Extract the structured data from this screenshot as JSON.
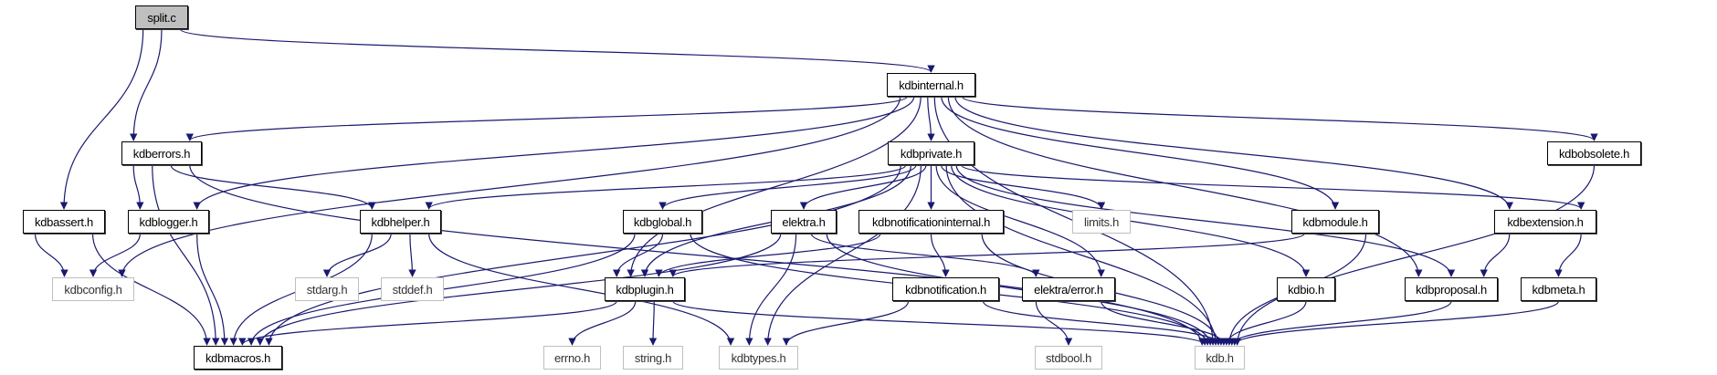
{
  "graph": {
    "edge_color": "#191970",
    "root_fill": "#bfbfbf",
    "system_border": "#bfbfbf",
    "nodes": {
      "split_c": {
        "label": "split.c",
        "kind": "root"
      },
      "kdbinternal": {
        "label": "kdbinternal.h",
        "kind": "project"
      },
      "kdberrors": {
        "label": "kdberrors.h",
        "kind": "project"
      },
      "kdbprivate": {
        "label": "kdbprivate.h",
        "kind": "project"
      },
      "kdbobsolete": {
        "label": "kdbobsolete.h",
        "kind": "project"
      },
      "kdbassert": {
        "label": "kdbassert.h",
        "kind": "project"
      },
      "kdblogger": {
        "label": "kdblogger.h",
        "kind": "project"
      },
      "kdbhelper": {
        "label": "kdbhelper.h",
        "kind": "project"
      },
      "kdbglobal": {
        "label": "kdbglobal.h",
        "kind": "project"
      },
      "elektra": {
        "label": "elektra.h",
        "kind": "project"
      },
      "kdbnotificationinternal": {
        "label": "kdbnotificationinternal.h",
        "kind": "project"
      },
      "limits": {
        "label": "limits.h",
        "kind": "system"
      },
      "kdbmodule": {
        "label": "kdbmodule.h",
        "kind": "project"
      },
      "kdbextension": {
        "label": "kdbextension.h",
        "kind": "project"
      },
      "kdbconfig": {
        "label": "kdbconfig.h",
        "kind": "system"
      },
      "stdarg": {
        "label": "stdarg.h",
        "kind": "system"
      },
      "stddef": {
        "label": "stddef.h",
        "kind": "system"
      },
      "kdbplugin": {
        "label": "kdbplugin.h",
        "kind": "project"
      },
      "kdbnotification": {
        "label": "kdbnotification.h",
        "kind": "project"
      },
      "elektra_error": {
        "label": "elektra/error.h",
        "kind": "project"
      },
      "kdbio": {
        "label": "kdbio.h",
        "kind": "project"
      },
      "kdbproposal": {
        "label": "kdbproposal.h",
        "kind": "project"
      },
      "kdbmeta": {
        "label": "kdbmeta.h",
        "kind": "project"
      },
      "kdbmacros": {
        "label": "kdbmacros.h",
        "kind": "project"
      },
      "errno": {
        "label": "errno.h",
        "kind": "system"
      },
      "string": {
        "label": "string.h",
        "kind": "system"
      },
      "kdbtypes": {
        "label": "kdbtypes.h",
        "kind": "system"
      },
      "stdbool": {
        "label": "stdbool.h",
        "kind": "system"
      },
      "kdb": {
        "label": "kdb.h",
        "kind": "system"
      }
    },
    "edges": [
      [
        "split_c",
        "kdbinternal"
      ],
      [
        "split_c",
        "kdberrors"
      ],
      [
        "split_c",
        "kdbassert"
      ],
      [
        "kdbinternal",
        "kdberrors"
      ],
      [
        "kdbinternal",
        "kdblogger"
      ],
      [
        "kdbinternal",
        "kdbconfig"
      ],
      [
        "kdbinternal",
        "kdbplugin"
      ],
      [
        "kdbinternal",
        "kdbprivate"
      ],
      [
        "kdbinternal",
        "kdbmodule"
      ],
      [
        "kdbinternal",
        "kdbproposal"
      ],
      [
        "kdbinternal",
        "kdbobsolete"
      ],
      [
        "kdbinternal",
        "kdbextension"
      ],
      [
        "kdbinternal",
        "kdb"
      ],
      [
        "kdberrors",
        "kdbmacros"
      ],
      [
        "kdberrors",
        "kdblogger"
      ],
      [
        "kdberrors",
        "kdbhelper"
      ],
      [
        "kdberrors",
        "kdb"
      ],
      [
        "kdbprivate",
        "kdbmacros"
      ],
      [
        "kdbprivate",
        "kdbhelper"
      ],
      [
        "kdbprivate",
        "kdbplugin"
      ],
      [
        "kdbprivate",
        "kdbglobal"
      ],
      [
        "kdbprivate",
        "elektra"
      ],
      [
        "kdbprivate",
        "kdbtypes"
      ],
      [
        "kdbprivate",
        "kdbnotificationinternal"
      ],
      [
        "kdbprivate",
        "limits"
      ],
      [
        "kdbprivate",
        "elektra_error"
      ],
      [
        "kdbprivate",
        "kdb"
      ],
      [
        "kdbprivate",
        "kdbio"
      ],
      [
        "kdbprivate",
        "kdbproposal"
      ],
      [
        "kdbprivate",
        "kdbextension"
      ],
      [
        "kdbassert",
        "kdbconfig"
      ],
      [
        "kdbassert",
        "kdbmacros"
      ],
      [
        "kdblogger",
        "kdbconfig"
      ],
      [
        "kdblogger",
        "kdbmacros"
      ],
      [
        "kdbhelper",
        "kdbmacros"
      ],
      [
        "kdbhelper",
        "stdarg"
      ],
      [
        "kdbhelper",
        "stddef"
      ],
      [
        "kdbhelper",
        "kdbtypes"
      ],
      [
        "kdbglobal",
        "kdbmacros"
      ],
      [
        "kdbglobal",
        "kdbplugin"
      ],
      [
        "kdbglobal",
        "kdb"
      ],
      [
        "elektra",
        "kdbmacros"
      ],
      [
        "elektra",
        "kdbtypes"
      ],
      [
        "elektra",
        "kdb"
      ],
      [
        "elektra",
        "elektra_error"
      ],
      [
        "kdbnotificationinternal",
        "kdbplugin"
      ],
      [
        "kdbnotificationinternal",
        "kdbnotification"
      ],
      [
        "kdbnotificationinternal",
        "kdb"
      ],
      [
        "kdbmodule",
        "kdbplugin"
      ],
      [
        "kdbmodule",
        "kdb"
      ],
      [
        "kdbextension",
        "kdbproposal"
      ],
      [
        "kdbextension",
        "kdbmeta"
      ],
      [
        "kdbplugin",
        "kdbmacros"
      ],
      [
        "kdbplugin",
        "errno"
      ],
      [
        "kdbplugin",
        "string"
      ],
      [
        "kdbplugin",
        "kdb"
      ],
      [
        "kdbnotification",
        "kdbtypes"
      ],
      [
        "kdbnotification",
        "kdb"
      ],
      [
        "elektra_error",
        "stdbool"
      ],
      [
        "elektra_error",
        "kdb"
      ],
      [
        "kdbio",
        "kdb"
      ],
      [
        "kdbproposal",
        "kdb"
      ],
      [
        "kdbmeta",
        "kdb"
      ],
      [
        "kdbobsolete",
        "kdb"
      ]
    ]
  }
}
